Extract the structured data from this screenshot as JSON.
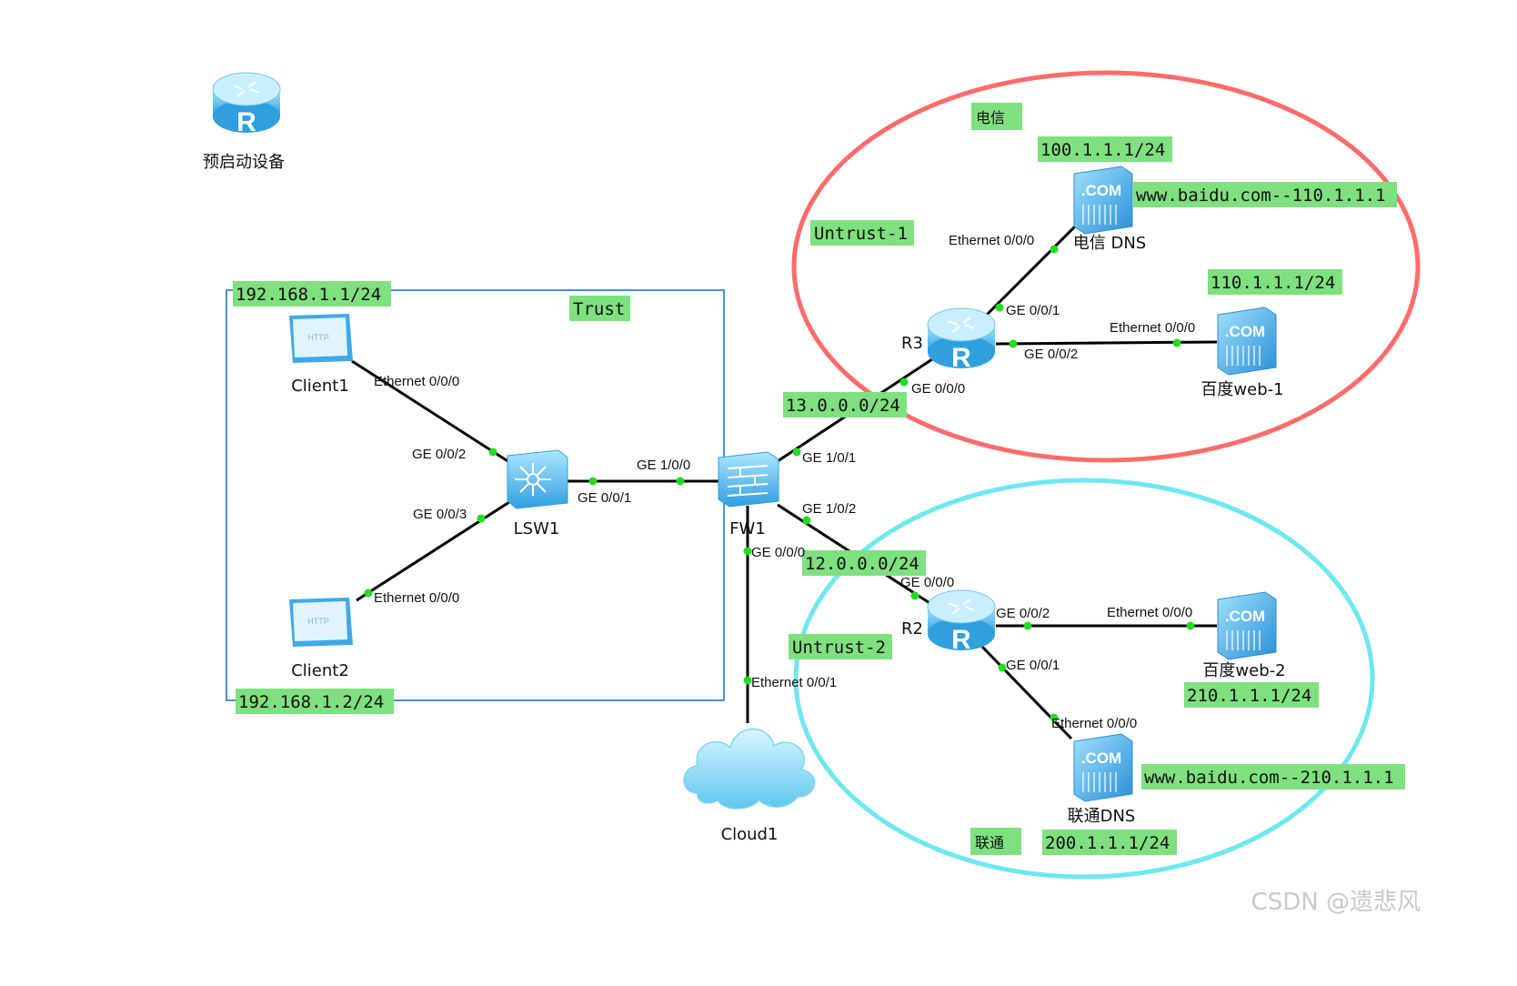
{
  "preboot": {
    "label": "预启动设备"
  },
  "zones": {
    "trust": {
      "label": "Trust",
      "color": "#4a90e2"
    },
    "dianxin": {
      "label": "电信",
      "color": "#ff6b6b"
    },
    "untrust1": {
      "label": "Untrust-1"
    },
    "liantong": {
      "label": "联通",
      "color": "#6ee8f0"
    },
    "untrust2": {
      "label": "Untrust-2"
    }
  },
  "devices": {
    "client1": {
      "label": "Client1",
      "icon": "http-client-icon"
    },
    "client2": {
      "label": "Client2",
      "icon": "http-client-icon"
    },
    "lsw1": {
      "label": "LSW1",
      "icon": "switch-icon"
    },
    "fw1": {
      "label": "FW1",
      "icon": "firewall-icon"
    },
    "r3": {
      "label": "R3",
      "icon": "router-icon"
    },
    "r2": {
      "label": "R2",
      "icon": "router-icon"
    },
    "dx_dns": {
      "label": "电信 DNS",
      "icon": "server-icon"
    },
    "web1": {
      "label": "百度web-1",
      "icon": "server-icon"
    },
    "web2": {
      "label": "百度web-2",
      "icon": "server-icon"
    },
    "lt_dns": {
      "label": "联通DNS",
      "icon": "server-icon"
    },
    "cloud1": {
      "label": "Cloud1",
      "icon": "cloud-icon"
    }
  },
  "tags": {
    "c1_ip": "192.168.1.1/24",
    "c2_ip": "192.168.1.2/24",
    "net13": "13.0.0.0/24",
    "net12": "12.0.0.0/24",
    "dx_dns_ip": "100.1.1.1/24",
    "dx_dns_rec": "www.baidu.com--110.1.1.1",
    "web1_ip": "110.1.1.1/24",
    "web2_ip": "210.1.1.1/24",
    "lt_dns_rec": "www.baidu.com--210.1.1.1",
    "lt_dns_ip": "200.1.1.1/24"
  },
  "ports": {
    "c1_eth": "Ethernet 0/0/0",
    "lsw_g2": "GE 0/0/2",
    "lsw_g3": "GE 0/0/3",
    "c2_eth": "Ethernet 0/0/0",
    "lsw_g1": "GE 0/0/1",
    "fw_g100": "GE 1/0/0",
    "fw_g101": "GE 1/0/1",
    "fw_g102": "GE 1/0/2",
    "fw_g000": "GE 0/0/0",
    "cloud_eth": "Ethernet 0/0/1",
    "r3_g000": "GE 0/0/0",
    "r3_g001": "GE 0/0/1",
    "r3_g002": "GE 0/0/2",
    "dxdns_eth": "Ethernet 0/0/0",
    "web1_eth": "Ethernet 0/0/0",
    "r2_g000": "GE 0/0/0",
    "r2_g002": "GE 0/0/2",
    "r2_g001": "GE 0/0/1",
    "web2_eth": "Ethernet 0/0/0",
    "ltdns_eth": "Ethernet 0/0/0"
  },
  "watermark": "CSDN @遗悲风"
}
